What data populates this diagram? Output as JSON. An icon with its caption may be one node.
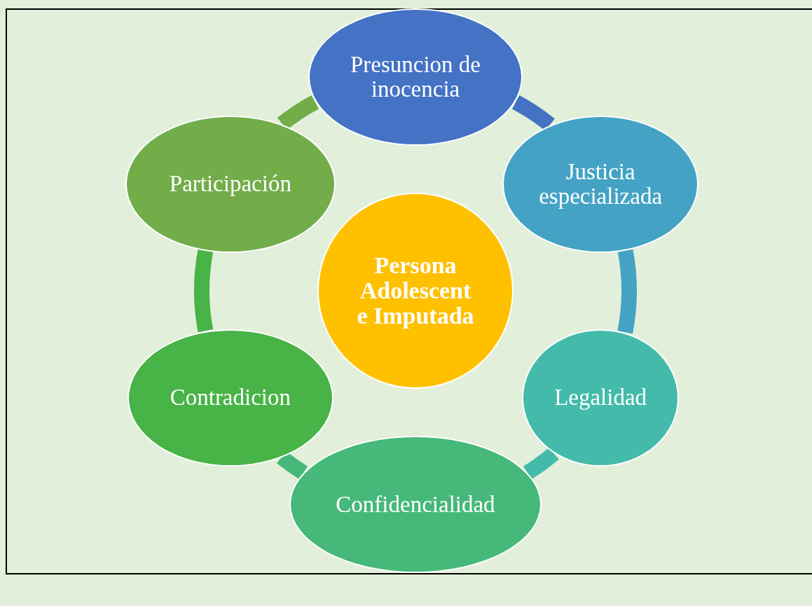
{
  "diagram": {
    "nodes": [
      {
        "text": [
          "Persona Adolescent e Imputada"
        ]
      },
      {
        "text": [
          "Presuncion de inocencia"
        ]
      },
      {
        "text": [
          "Justicia especializada"
        ]
      },
      {
        "text": [
          "Legalidad"
        ]
      },
      {
        "text": [
          "Confidencialidad"
        ]
      },
      {
        "text": [
          "Contradicion"
        ]
      },
      {
        "text": [
          "Participación"
        ]
      }
    ],
    "edges": [
      {
        "from": 1,
        "to": 2,
        "arrow": "none",
        "color": "#4472c4"
      },
      {
        "from": 2,
        "to": 3,
        "arrow": "none",
        "color": "#44a3c4"
      },
      {
        "from": 3,
        "to": 4,
        "arrow": "none",
        "color": "#44bbaa"
      },
      {
        "from": 4,
        "to": 5,
        "arrow": "none",
        "color": "#46b87a"
      },
      {
        "from": 5,
        "to": 6,
        "arrow": "none",
        "color": "#48b346"
      },
      {
        "from": 6,
        "to": 1,
        "arrow": "none",
        "color": "#72ad4a"
      }
    ]
  }
}
